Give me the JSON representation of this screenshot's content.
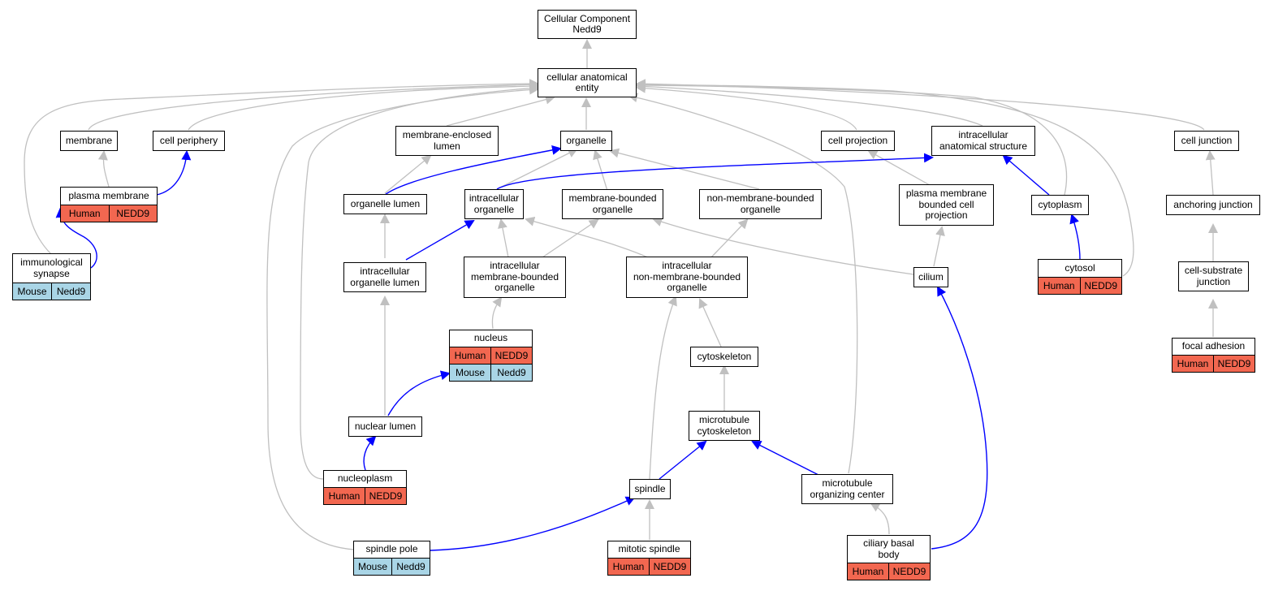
{
  "colors": {
    "is_a_edge": "#c0c0c0",
    "part_of_edge": "#0000ff",
    "human_tag": "#f26750",
    "mouse_tag": "#a9d5e6"
  },
  "nodes": {
    "root": {
      "label": "Cellular Component\nNedd9"
    },
    "cae": {
      "label": "cellular anatomical\nentity"
    },
    "membrane": {
      "label": "membrane"
    },
    "cell_periphery": {
      "label": "cell periphery"
    },
    "mem_lumen": {
      "label": "membrane-enclosed\nlumen"
    },
    "organelle": {
      "label": "organelle"
    },
    "cell_projection": {
      "label": "cell projection"
    },
    "ias": {
      "label": "intracellular\nanatomical structure"
    },
    "cell_junction": {
      "label": "cell junction"
    },
    "plasma_membrane": {
      "label": "plasma membrane",
      "tags": [
        {
          "species": "Human",
          "gene": "NEDD9"
        }
      ]
    },
    "organelle_lumen": {
      "label": "organelle lumen"
    },
    "intra_organelle": {
      "label": "intracellular\norganelle"
    },
    "mb_organelle": {
      "label": "membrane-bounded\norganelle"
    },
    "nmb_organelle": {
      "label": "non-membrane-bounded\norganelle"
    },
    "pm_projection": {
      "label": "plasma membrane\nbounded cell\nprojection"
    },
    "cytoplasm": {
      "label": "cytoplasm"
    },
    "anchoring_junction": {
      "label": "anchoring junction"
    },
    "immuno_synapse": {
      "label": "immunological\nsynapse",
      "tags": [
        {
          "species": "Mouse",
          "gene": "Nedd9"
        }
      ]
    },
    "intra_org_lumen": {
      "label": "intracellular\norganelle lumen"
    },
    "intra_mb_organelle": {
      "label": "intracellular\nmembrane-bounded\norganelle"
    },
    "intra_nmb_organelle": {
      "label": "intracellular\nnon-membrane-bounded\norganelle"
    },
    "cilium": {
      "label": "cilium"
    },
    "cytosol": {
      "label": "cytosol",
      "tags": [
        {
          "species": "Human",
          "gene": "NEDD9"
        }
      ]
    },
    "cell_substrate": {
      "label": "cell-substrate\njunction"
    },
    "nucleus": {
      "label": "nucleus",
      "tags": [
        {
          "species": "Human",
          "gene": "NEDD9"
        },
        {
          "species": "Mouse",
          "gene": "Nedd9"
        }
      ]
    },
    "focal_adhesion": {
      "label": "focal adhesion",
      "tags": [
        {
          "species": "Human",
          "gene": "NEDD9"
        }
      ]
    },
    "cytoskeleton": {
      "label": "cytoskeleton"
    },
    "nuclear_lumen": {
      "label": "nuclear lumen"
    },
    "mt_cytoskeleton": {
      "label": "microtubule\ncytoskeleton"
    },
    "nucleoplasm": {
      "label": "nucleoplasm",
      "tags": [
        {
          "species": "Human",
          "gene": "NEDD9"
        }
      ]
    },
    "spindle": {
      "label": "spindle"
    },
    "mtoc": {
      "label": "microtubule\norganizing center"
    },
    "spindle_pole": {
      "label": "spindle pole",
      "tags": [
        {
          "species": "Mouse",
          "gene": "Nedd9"
        }
      ]
    },
    "mitotic_spindle": {
      "label": "mitotic spindle",
      "tags": [
        {
          "species": "Human",
          "gene": "NEDD9"
        }
      ]
    },
    "ciliary_basal_body": {
      "label": "ciliary basal\nbody",
      "tags": [
        {
          "species": "Human",
          "gene": "NEDD9"
        }
      ]
    }
  }
}
